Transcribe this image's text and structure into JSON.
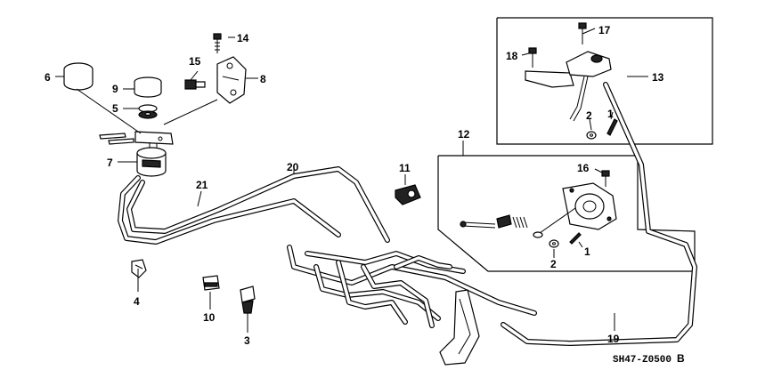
{
  "diagram_code": "SH47-Z0500",
  "diagram_suffix": "B",
  "callouts": {
    "c1a": "1",
    "c1b": "1",
    "c2a": "2",
    "c2b": "2",
    "c3": "3",
    "c4": "4",
    "c5": "5",
    "c6": "6",
    "c7": "7",
    "c8": "8",
    "c9": "9",
    "c10": "10",
    "c11": "11",
    "c12": "12",
    "c13": "13",
    "c14": "14",
    "c15": "15",
    "c16": "16",
    "c17": "17",
    "c18": "18",
    "c19": "19",
    "c20": "20",
    "c21": "21"
  }
}
